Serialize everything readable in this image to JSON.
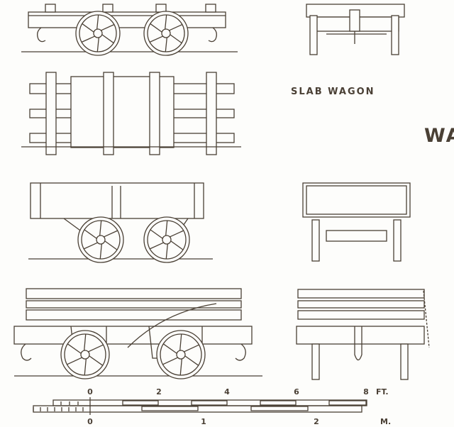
{
  "title": "SLAB WAGON",
  "side_heading_fragment": "WA",
  "colors": {
    "ink": "#4a4035",
    "paper": "#fdfdfb"
  },
  "scale": {
    "feet_labels": [
      "0",
      "2",
      "4",
      "6",
      "8"
    ],
    "feet_unit": "FT.",
    "metre_labels": [
      "0",
      "1",
      "2"
    ],
    "metre_unit": "M."
  }
}
